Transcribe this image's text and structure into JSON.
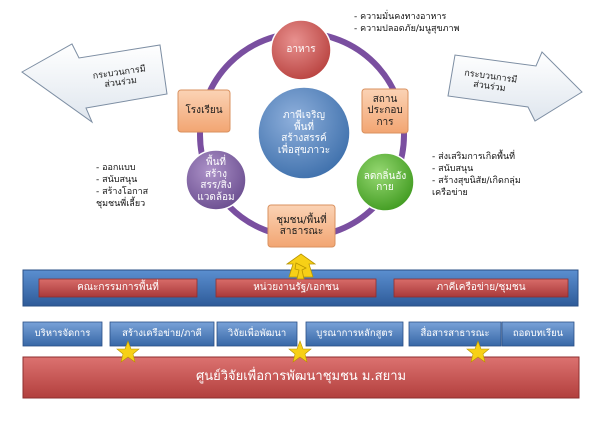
{
  "colors": {
    "ring": "#7a4fa0",
    "food": "#c0504d",
    "safe": "#f5b88e",
    "env": "#5ab330",
    "community": "#f5b88e",
    "creative": "#8064a2",
    "school": "#f5b88e",
    "center": "#4f81bd",
    "bar_blue": "#3c6fb0",
    "bar_red": "#c0504d",
    "sub_blue": "#4f81bd",
    "base_red": "#c0504d",
    "star": "#f7d016"
  },
  "cycle": {
    "center": [
      "ภาพีเจริญ",
      "พื้นที่",
      "สร้างสรรค์",
      "เพื่อสุขภาวะ"
    ],
    "food": [
      "อาหาร"
    ],
    "safe": [
      "สถาน",
      "ประกอบ",
      "การ"
    ],
    "env": [
      "ลดกลิ่นอัง",
      "กาย"
    ],
    "community": [
      "ชุมชน/พื้นที่",
      "สาธารณะ"
    ],
    "creative": [
      "พื้นที่",
      "สร้าง",
      "สรร/สิ่ง",
      "แวดล้อม"
    ],
    "school": [
      "โรงเรียน"
    ]
  },
  "notes": {
    "top_right": [
      "- ความมั่นคงทางอาหาร",
      "- ความปลอดภัย/มนูสุขภาพ"
    ],
    "left": [
      "- ออกแบบ",
      "- สนับสนุน",
      "- สร้างโอกาส",
      "ชุมชนพี่เลี้ยว"
    ],
    "right": [
      "- ส่งเสริมการเกิดพื้นที่",
      "- สนับสนุน",
      "- สร้างสุขนิสัย/เกิดกลุ่ม",
      "เครือข่าย"
    ]
  },
  "arrows": {
    "left": [
      "กระบวนการมี",
      "ส่วนร่วม"
    ],
    "right": [
      "กระบวนการมี",
      "ส่วนร่วม"
    ]
  },
  "bar": {
    "items": [
      "คณะกรรมการพื้นที่",
      "หน่วยงานรัฐ/เอกชน",
      "ภาคีเครือข่าย/ชุมชน"
    ]
  },
  "sub": {
    "items": [
      "บริหารจัดการ",
      "สร้างเครือข่าย/ภาคี",
      "วิจัยเพื่อพัฒนา",
      "บูรณาการหลักสูตร",
      "สื่อสารสาธารณะ",
      "ถอดบทเรียน"
    ]
  },
  "base": {
    "label": "ศูนย์วิจัยเพื่อการพัฒนาชุมชน ม.สยาม"
  }
}
